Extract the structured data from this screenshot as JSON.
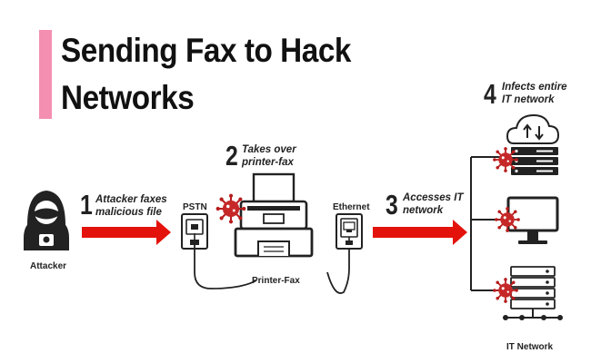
{
  "title": {
    "line1": "Sending Fax to Hack",
    "line2": "Networks"
  },
  "steps": [
    {
      "number": "1",
      "line1": "Attacker faxes",
      "line2": "malicious file"
    },
    {
      "number": "2",
      "line1": "Takes over",
      "line2": "printer-fax"
    },
    {
      "number": "3",
      "line1": "Accesses IT",
      "line2": "network"
    },
    {
      "number": "4",
      "line1": "Infects entire",
      "line2": "IT network"
    }
  ],
  "labels": {
    "attacker": "Attacker",
    "pstn": "PSTN",
    "ethernet": "Ethernet",
    "printer_fax": "Printer-Fax",
    "it_network": "IT Network"
  },
  "colors": {
    "arrow": "#e3120b",
    "accent_bar": "#f48fb1",
    "virus": "#b71c1c",
    "ink": "#222222"
  },
  "icons": [
    "hacker-icon",
    "wall-socket-icon",
    "printer-fax-icon",
    "cloud-server-icon",
    "monitor-icon",
    "server-rack-icon",
    "virus-icon"
  ]
}
